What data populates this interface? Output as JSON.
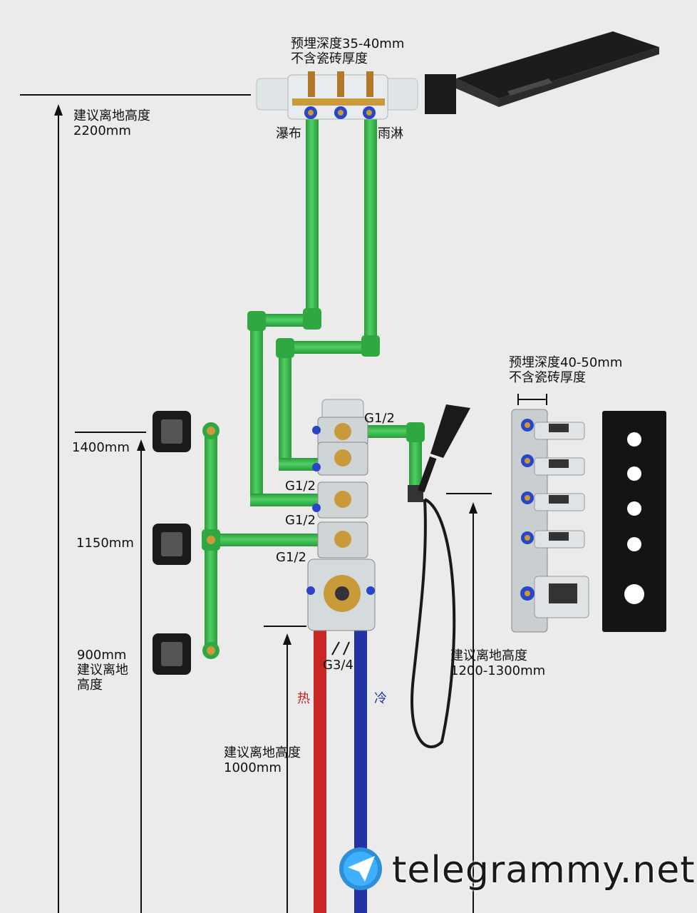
{
  "labels": {
    "depth_top": "预埋深度35-40mm\n不含瓷砖厚度",
    "height_2200": "建议离地高度\n2200mm",
    "waterfall": "瀑布",
    "rain": "雨淋",
    "g12_a": "G1/2",
    "g12_b": "G1/2",
    "g12_c": "G1/2",
    "g12_d": "G1/2",
    "g34": "G3/4",
    "hot": "热",
    "cold": "冷",
    "h1400": "1400mm",
    "h1150": "1150mm",
    "h900": "900mm\n建议离地\n高度",
    "height_1000": "建议离地高度\n1000mm",
    "height_1200": "建议离地高度\n1200-1300mm",
    "depth_side": "预埋深度40-50mm\n不含瓷砖厚度"
  },
  "watermark": "telegrammy.net",
  "colors": {
    "pipe_green": "#35b84a",
    "pipe_hot": "#c92626",
    "pipe_cold": "#2233a6",
    "fixture_black": "#1a1a1a",
    "brass": "#c89a3c"
  }
}
